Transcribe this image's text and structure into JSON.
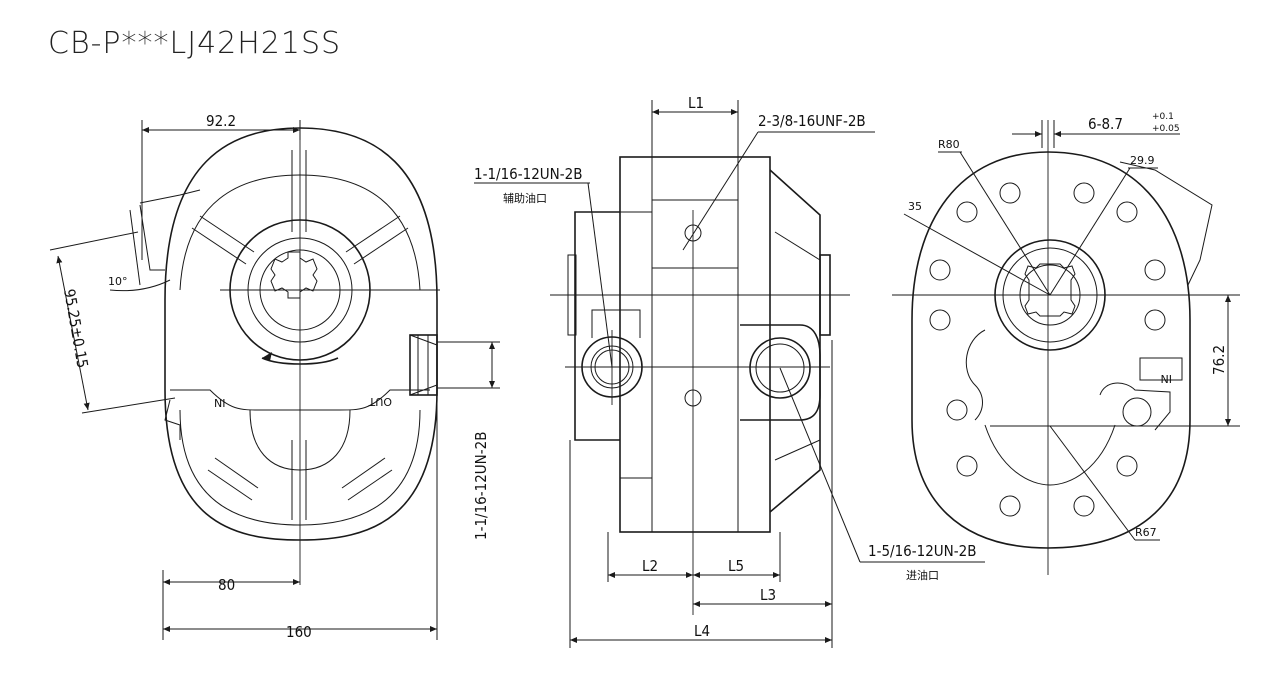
{
  "title": "CB-P***LJ42H21SS",
  "front_view": {
    "dim_width_top": "92.2",
    "dim_bottom_half": "80",
    "dim_total_width": "160",
    "dim_diagonal": "95.25±0.15",
    "angle": "10°",
    "side_port_thread": "1-1/16-12UN-2B",
    "mark_left": "NI",
    "mark_right": "OUT"
  },
  "side_view": {
    "dim_l1": "L1",
    "dim_l2": "L2",
    "dim_l3": "L3",
    "dim_l4": "L4",
    "dim_l5": "L5",
    "top_thread": "2-3/8-16UNF-2B",
    "aux_port_thread": "1-1/16-12UN-2B",
    "aux_port_label": "辅助油口",
    "inlet_thread": "1-5/16-12UN-2B",
    "inlet_label": "进油口"
  },
  "flange_view": {
    "r80": "R80",
    "r67": "R67",
    "d35": "35",
    "d29_9": "29.9",
    "holes_main": "6-8.7",
    "holes_tol_upper": "+0.1",
    "holes_tol_lower": "+0.05",
    "height_76": "76.2",
    "mark_in": "IN"
  }
}
